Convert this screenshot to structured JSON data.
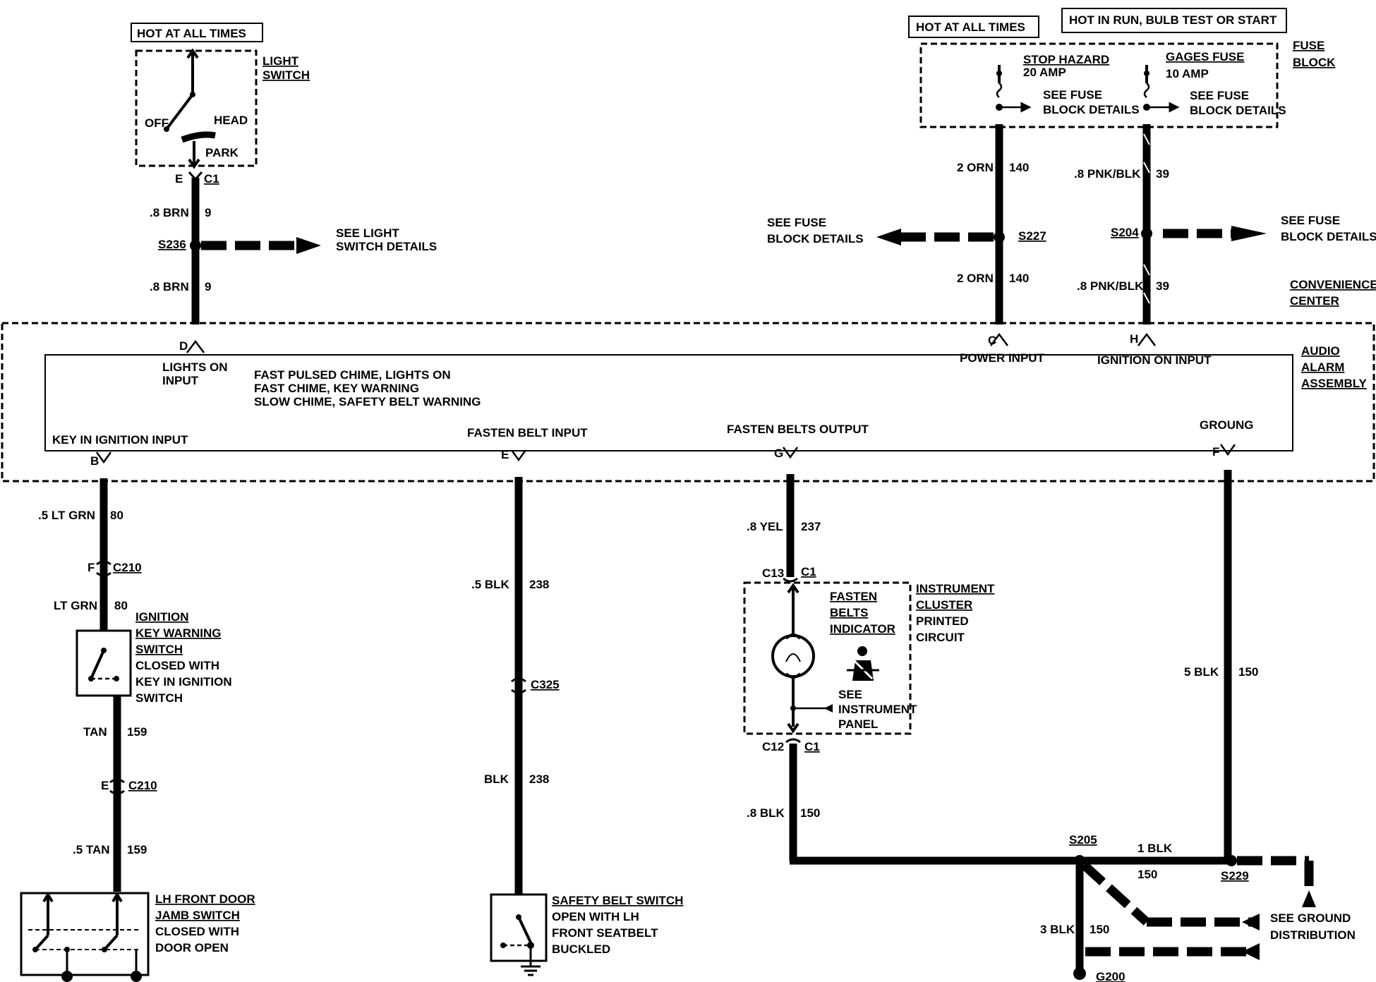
{
  "light_switch": {
    "hot_label": "HOT AT ALL TIMES",
    "title_1": "LIGHT",
    "title_2": "SWITCH",
    "pos_off": "OFF",
    "pos_head": "HEAD",
    "pos_park": "PARK",
    "pin": "E",
    "connector": "C1",
    "wire_top_size": ".8 BRN",
    "wire_top_num": "9",
    "splice": "S236",
    "see_1": "SEE LIGHT",
    "see_2": "SWITCH DETAILS",
    "wire_bot_size": ".8 BRN",
    "wire_bot_num": "9"
  },
  "fuse_block": {
    "hot_label_1": "HOT AT ALL TIMES",
    "hot_label_2": "HOT IN RUN, BULB TEST OR START",
    "title_1": "FUSE",
    "title_2": "BLOCK",
    "fuse1_name": "STOP HAZARD",
    "fuse1_amp": "20 AMP",
    "fuse2_name": "GAGES FUSE",
    "fuse2_amp": "10 AMP",
    "see1_1": "SEE FUSE",
    "see1_2": "BLOCK DETAILS",
    "see2_1": "SEE FUSE",
    "see2_2": "BLOCK DETAILS"
  },
  "power_circuit": {
    "wire_top_size": "2 ORN",
    "wire_top_num": "140",
    "splice": "S227",
    "see_1": "SEE FUSE",
    "see_2": "BLOCK DETAILS",
    "wire_bot_size": "2 ORN",
    "wire_bot_num": "140"
  },
  "ignition_circuit": {
    "wire_top_size": ".8 PNK/BLK",
    "wire_top_num": "39",
    "splice": "S204",
    "see_1": "SEE FUSE",
    "see_2": "BLOCK DETAILS",
    "wire_bot_size": ".8 PNK/BLK",
    "wire_bot_num": "39"
  },
  "convenience_center": {
    "title_1": "CONVENIENCE",
    "title_2": "CENTER"
  },
  "audio_alarm": {
    "title_1": "AUDIO",
    "title_2": "ALARM",
    "title_3": "ASSEMBLY",
    "pin_d": "D",
    "pin_c": "C",
    "pin_h": "H",
    "pin_b": "B",
    "pin_e": "E",
    "pin_g": "G",
    "pin_f": "F",
    "lights_on_1": "LIGHTS ON",
    "lights_on_2": "INPUT",
    "desc_1": "FAST PULSED CHIME, LIGHTS ON",
    "desc_2": "FAST CHIME, KEY WARNING",
    "desc_3": "SLOW CHIME, SAFETY BELT WARNING",
    "power_input": "POWER INPUT",
    "ignition_on_input": "IGNITION ON INPUT",
    "key_in_ignition_input": "KEY IN IGNITION INPUT",
    "fasten_belt_input": "FASTEN BELT INPUT",
    "fasten_belts_output": "FASTEN BELTS OUTPUT",
    "ground": "GROUNG"
  },
  "key_circuit": {
    "w1_size": ".5 LT GRN",
    "w1_num": "80",
    "c1_pin": "F",
    "c1_name": "C210",
    "w2_size": "LT GRN",
    "w2_num": "80",
    "switch_1": "IGNITION",
    "switch_2": "KEY WARNING",
    "switch_3": "SWITCH",
    "switch_4": "CLOSED WITH",
    "switch_5": "KEY IN IGNITION",
    "switch_6": "SWITCH",
    "w3_size": "TAN",
    "w3_num": "159",
    "c2_pin": "E",
    "c2_name": "C210",
    "w4_size": ".5 TAN",
    "w4_num": "159",
    "door_1": "LH FRONT DOOR",
    "door_2": "JAMB SWITCH",
    "door_3": "CLOSED WITH",
    "door_4": "DOOR OPEN"
  },
  "belt_circuit": {
    "w1_size": ".5 BLK",
    "w1_num": "238",
    "connector": "C325",
    "w2_size": "BLK",
    "w2_num": "238",
    "sw_1": "SAFETY BELT SWITCH",
    "sw_2": "OPEN WITH LH",
    "sw_3": "FRONT SEATBELT",
    "sw_4": "BUCKLED"
  },
  "indicator_circuit": {
    "w1_size": ".8 YEL",
    "w1_num": "237",
    "c_top_pin": "C13",
    "c_top_name": "C1",
    "ind_1": "FASTEN",
    "ind_2": "BELTS",
    "ind_3": "INDICATOR",
    "see_1": "SEE",
    "see_2": "INSTRUMENT",
    "see_3": "PANEL",
    "cluster_1": "INSTRUMENT",
    "cluster_2": "CLUSTER",
    "cluster_3": "PRINTED",
    "cluster_4": "CIRCUIT",
    "c_bot_pin": "C12",
    "c_bot_name": "C1",
    "w2_size": ".8 BLK",
    "w2_num": "150"
  },
  "ground_circuit": {
    "w1_size": "5 BLK",
    "w1_num": "150",
    "splice_a": "S205",
    "wire_h_size": "1 BLK",
    "wire_h_num": "150",
    "splice_b": "S229",
    "w3_size": "3 BLK",
    "w3_num": "150",
    "ground": "G200",
    "see_1": "SEE GROUND",
    "see_2": "DISTRIBUTION"
  }
}
